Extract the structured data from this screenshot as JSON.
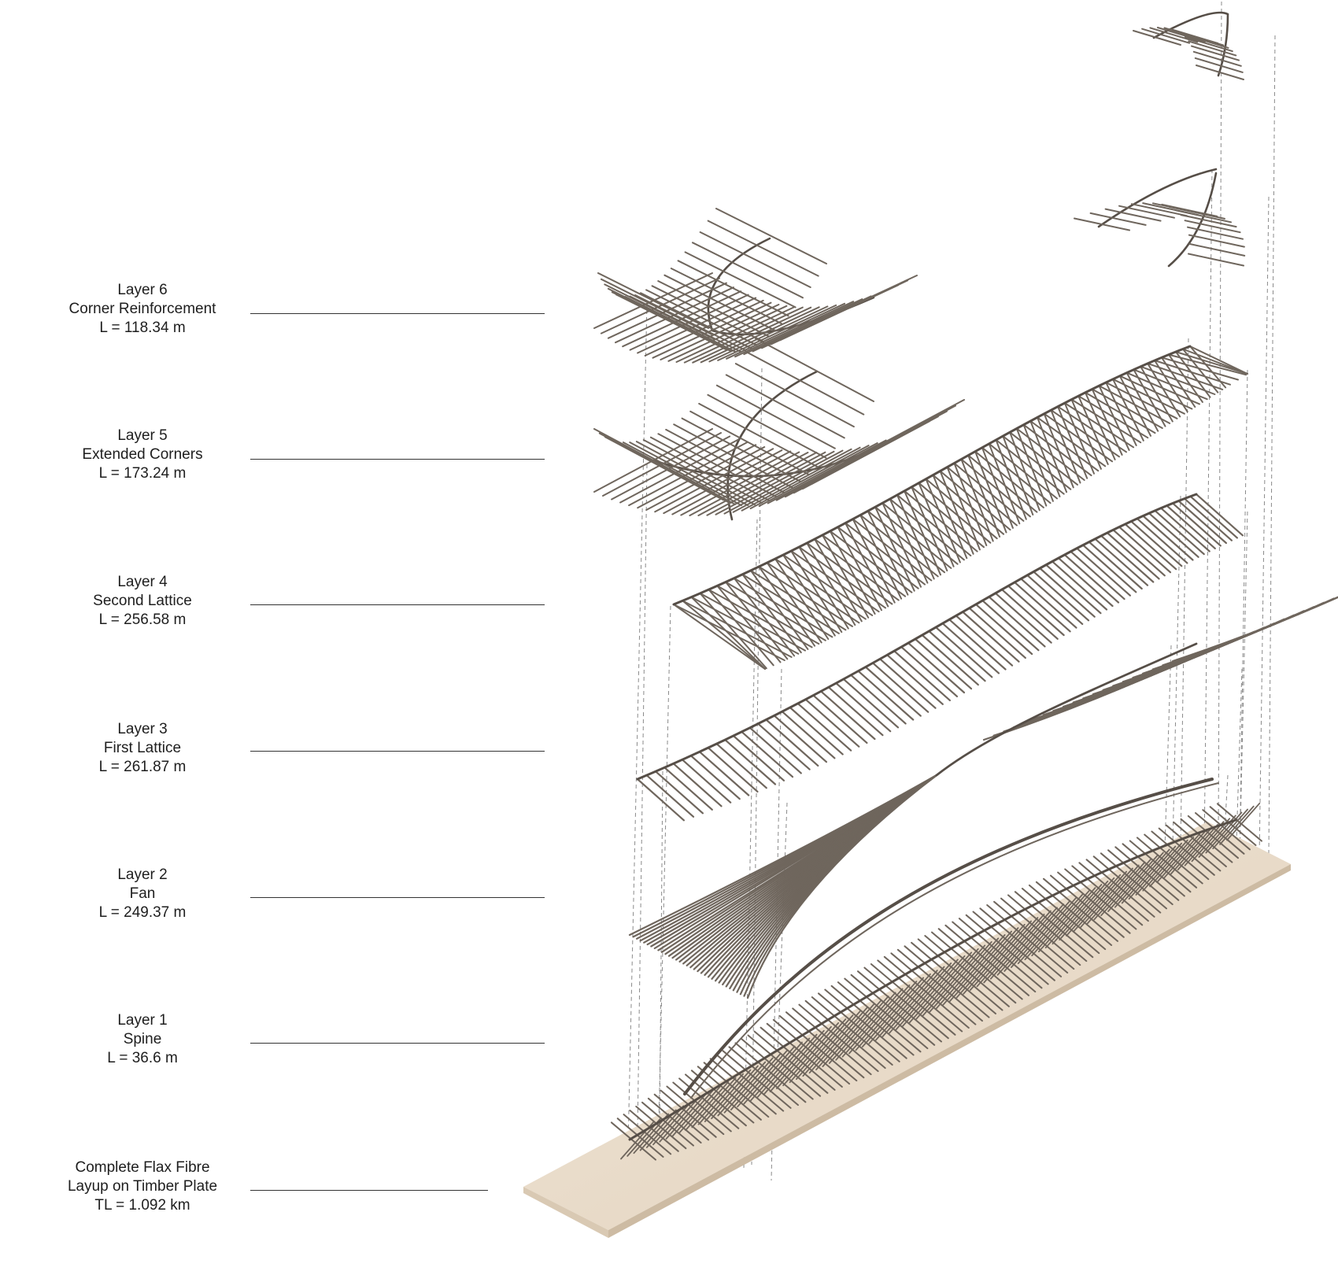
{
  "layers": [
    {
      "id": "layer-6",
      "line1": "Layer 6",
      "line2": "Corner Reinforcement",
      "line3": "L = 118.34 m"
    },
    {
      "id": "layer-5",
      "line1": "Layer 5",
      "line2": "Extended Corners",
      "line3": "L = 173.24 m"
    },
    {
      "id": "layer-4",
      "line1": "Layer 4",
      "line2": "Second Lattice",
      "line3": "L = 256.58 m"
    },
    {
      "id": "layer-3",
      "line1": "Layer 3",
      "line2": "First Lattice",
      "line3": "L = 261.87 m"
    },
    {
      "id": "layer-2",
      "line1": "Layer 2",
      "line2": "Fan",
      "line3": "L = 249.37 m"
    },
    {
      "id": "layer-1",
      "line1": "Layer 1",
      "line2": "Spine",
      "line3": "L = 36.6 m"
    },
    {
      "id": "complete",
      "line1": "Complete Flax Fibre",
      "line2": "Layup on Timber Plate",
      "line3": "TL = 1.092 km"
    }
  ],
  "colors": {
    "fibre": "#6f665d",
    "fibre_dark": "#564e47",
    "timber": "#e9dccb",
    "timber_edge": "#d8c8b2",
    "guide": "#8a8a8a",
    "text": "#1e1e1e"
  }
}
